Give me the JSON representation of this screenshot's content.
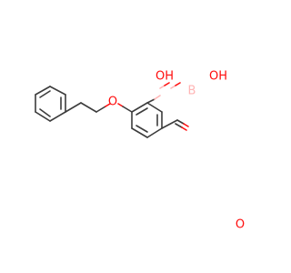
{
  "molecule": {
    "colors": {
      "carbon_bond": "#3c3c3c",
      "oxygen": "#ff0d0d",
      "boron": "#ffb5b5",
      "background": "#ffffff"
    },
    "atoms": {
      "oh_left": "OH",
      "oh_right": "OH",
      "boron": "B",
      "ether_oxygen": "O",
      "aldehyde_oxygen": "O"
    }
  }
}
